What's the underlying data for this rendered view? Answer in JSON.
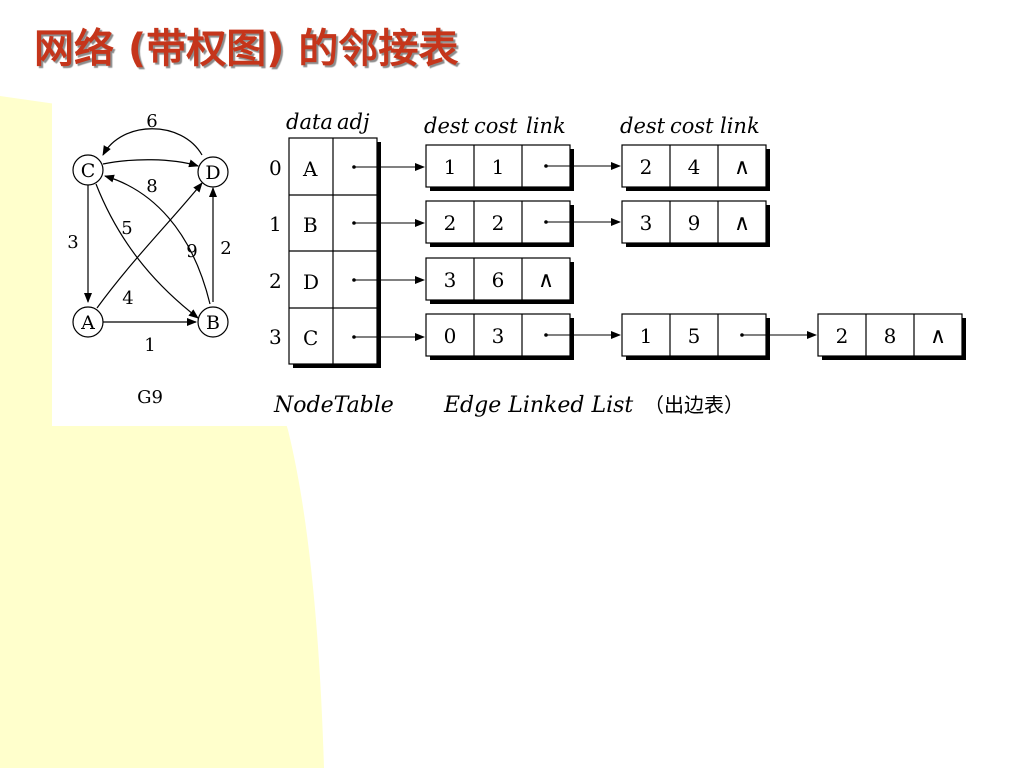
{
  "slide": {
    "title": "网络 (带权图) 的邻接表",
    "title_color": "#c5351b",
    "background_accent": "#ffffcc"
  },
  "graph": {
    "name": "G9",
    "nodes": [
      "C",
      "D",
      "A",
      "B"
    ],
    "edges": [
      {
        "from": "D",
        "to": "C",
        "weight": "6"
      },
      {
        "from": "C",
        "to": "D",
        "weight": "8"
      },
      {
        "from": "C",
        "to": "A",
        "weight": "3"
      },
      {
        "from": "C",
        "to": "B",
        "weight": "5"
      },
      {
        "from": "B",
        "to": "C",
        "weight": "9"
      },
      {
        "from": "B",
        "to": "D",
        "weight": "2"
      },
      {
        "from": "A",
        "to": "D",
        "weight": "4"
      },
      {
        "from": "A",
        "to": "B",
        "weight": "1"
      }
    ]
  },
  "node_table": {
    "label": "NodeTable",
    "header_data": "data",
    "header_adj": "adj",
    "rows": [
      {
        "index": "0",
        "data": "A"
      },
      {
        "index": "1",
        "data": "B"
      },
      {
        "index": "2",
        "data": "D"
      },
      {
        "index": "3",
        "data": "C"
      }
    ]
  },
  "edge_list": {
    "label": "Edge Linked List",
    "label_cn": "（出边表）",
    "header_groups": [
      {
        "dest": "dest",
        "cost": "cost",
        "link": "link"
      },
      {
        "dest": "dest",
        "cost": "cost",
        "link": "link"
      }
    ],
    "null_symbol": "∧",
    "rows": [
      [
        {
          "dest": "1",
          "cost": "1"
        },
        {
          "dest": "2",
          "cost": "4"
        }
      ],
      [
        {
          "dest": "2",
          "cost": "2"
        },
        {
          "dest": "3",
          "cost": "9"
        }
      ],
      [
        {
          "dest": "3",
          "cost": "6"
        }
      ],
      [
        {
          "dest": "0",
          "cost": "3"
        },
        {
          "dest": "1",
          "cost": "5"
        },
        {
          "dest": "2",
          "cost": "8"
        }
      ]
    ]
  }
}
